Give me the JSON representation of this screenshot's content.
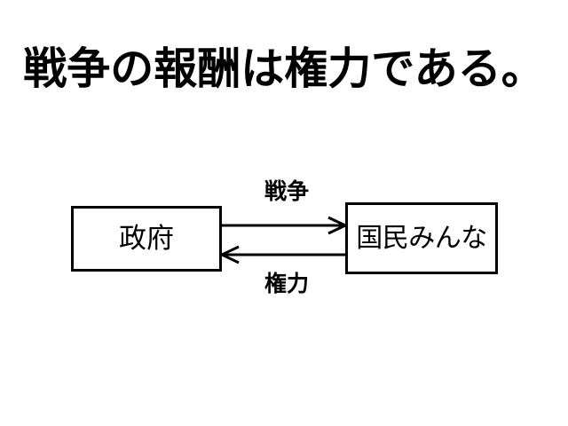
{
  "slide": {
    "background_color": "#ffffff",
    "ink_color": "#000000",
    "title": "戦争の報酬は権力である。"
  },
  "diagram": {
    "type": "two-node-bidirectional-flow",
    "nodes": [
      {
        "id": "government",
        "label": "政府",
        "shape": "rectangle",
        "border_color": "#000000",
        "fill_color": "#ffffff"
      },
      {
        "id": "citizens",
        "label": "国民みんな",
        "shape": "rectangle",
        "border_color": "#000000",
        "fill_color": "#ffffff"
      }
    ],
    "edges": [
      {
        "id": "war-edge",
        "label": "戦争",
        "from": "government",
        "to": "citizens",
        "direction": "right",
        "label_position": "above",
        "color": "#000000"
      },
      {
        "id": "power-edge",
        "label": "権力",
        "from": "citizens",
        "to": "government",
        "direction": "left",
        "label_position": "below",
        "color": "#000000"
      }
    ]
  }
}
